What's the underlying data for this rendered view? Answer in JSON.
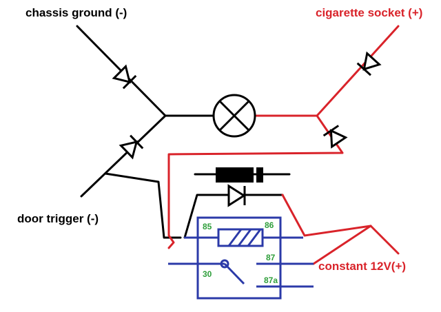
{
  "labels": {
    "chassis_ground": "chassis ground (-)",
    "cigarette_socket": "cigarette socket (+)",
    "door_trigger": "door trigger (-)",
    "constant_12v": "constant 12V(+)"
  },
  "relay_pins": {
    "p85": "85",
    "p86": "86",
    "p87": "87",
    "p30": "30",
    "p87a": "87a"
  },
  "colors": {
    "ground_wire": "#000000",
    "positive_wire": "#d9232a",
    "relay": "#2b3aa8",
    "pin_label": "#2e9e3a",
    "label_black": "#000000",
    "label_red": "#d9232a"
  }
}
